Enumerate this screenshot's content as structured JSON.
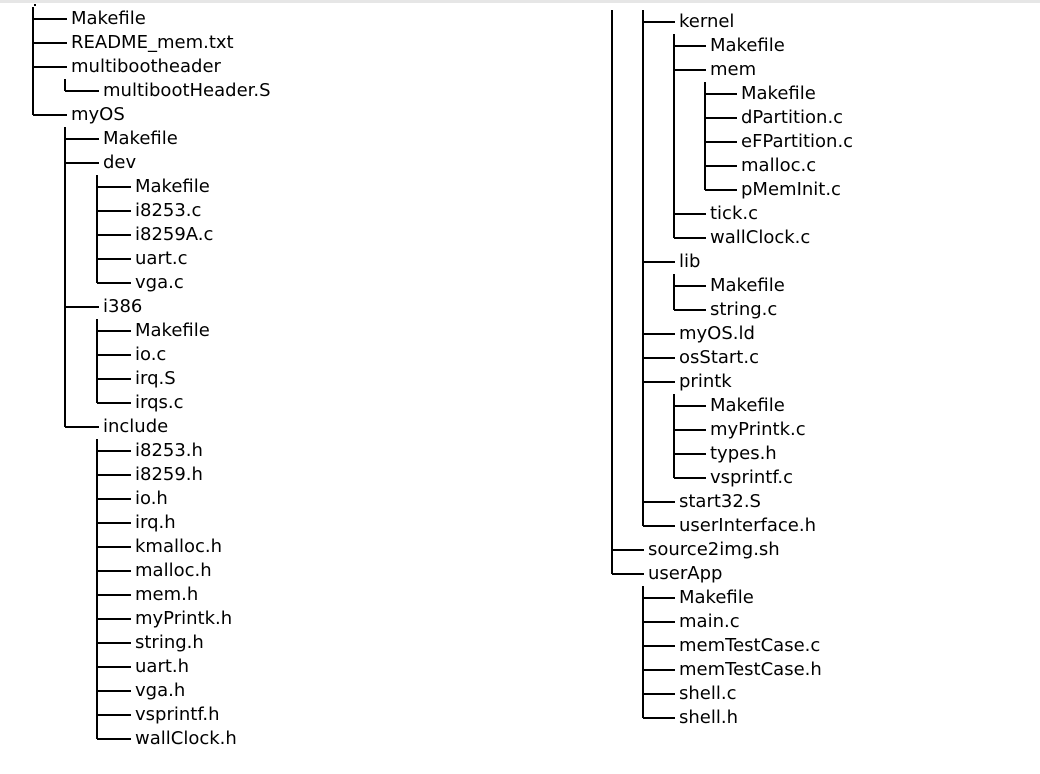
{
  "left_tree": [
    {
      "name": "Makefile",
      "depth": 0
    },
    {
      "name": "README_mem.txt",
      "depth": 0
    },
    {
      "name": "multibootheader",
      "depth": 0
    },
    {
      "name": "multibootHeader.S",
      "depth": 1
    },
    {
      "name": "myOS",
      "depth": 0
    },
    {
      "name": "Makefile",
      "depth": 1
    },
    {
      "name": "dev",
      "depth": 1
    },
    {
      "name": "Makefile",
      "depth": 2
    },
    {
      "name": "i8253.c",
      "depth": 2
    },
    {
      "name": "i8259A.c",
      "depth": 2
    },
    {
      "name": "uart.c",
      "depth": 2
    },
    {
      "name": "vga.c",
      "depth": 2
    },
    {
      "name": "i386",
      "depth": 1
    },
    {
      "name": "Makefile",
      "depth": 2
    },
    {
      "name": "io.c",
      "depth": 2
    },
    {
      "name": "irq.S",
      "depth": 2
    },
    {
      "name": "irqs.c",
      "depth": 2
    },
    {
      "name": "include",
      "depth": 1
    },
    {
      "name": "i8253.h",
      "depth": 2
    },
    {
      "name": "i8259.h",
      "depth": 2
    },
    {
      "name": "io.h",
      "depth": 2
    },
    {
      "name": "irq.h",
      "depth": 2
    },
    {
      "name": "kmalloc.h",
      "depth": 2
    },
    {
      "name": "malloc.h",
      "depth": 2
    },
    {
      "name": "mem.h",
      "depth": 2
    },
    {
      "name": "myPrintk.h",
      "depth": 2
    },
    {
      "name": "string.h",
      "depth": 2
    },
    {
      "name": "uart.h",
      "depth": 2
    },
    {
      "name": "vga.h",
      "depth": 2
    },
    {
      "name": "vsprintf.h",
      "depth": 2
    },
    {
      "name": "wallClock.h",
      "depth": 2
    }
  ],
  "right_tree": [
    {
      "name": "kernel",
      "depth": 1
    },
    {
      "name": "Makefile",
      "depth": 2
    },
    {
      "name": "mem",
      "depth": 2
    },
    {
      "name": "Makefile",
      "depth": 3
    },
    {
      "name": "dPartition.c",
      "depth": 3
    },
    {
      "name": "eFPartition.c",
      "depth": 3
    },
    {
      "name": "malloc.c",
      "depth": 3
    },
    {
      "name": "pMemInit.c",
      "depth": 3
    },
    {
      "name": "tick.c",
      "depth": 2
    },
    {
      "name": "wallClock.c",
      "depth": 2
    },
    {
      "name": "lib",
      "depth": 1
    },
    {
      "name": "Makefile",
      "depth": 2
    },
    {
      "name": "string.c",
      "depth": 2
    },
    {
      "name": "myOS.ld",
      "depth": 1
    },
    {
      "name": "osStart.c",
      "depth": 1
    },
    {
      "name": "printk",
      "depth": 1
    },
    {
      "name": "Makefile",
      "depth": 2
    },
    {
      "name": "myPrintk.c",
      "depth": 2
    },
    {
      "name": "types.h",
      "depth": 2
    },
    {
      "name": "vsprintf.c",
      "depth": 2
    },
    {
      "name": "start32.S",
      "depth": 1
    },
    {
      "name": "userInterface.h",
      "depth": 1
    },
    {
      "name": "source2img.sh",
      "depth": 0
    },
    {
      "name": "userApp",
      "depth": 0
    },
    {
      "name": "Makefile",
      "depth": 1
    },
    {
      "name": "main.c",
      "depth": 1
    },
    {
      "name": "memTestCase.c",
      "depth": 1
    },
    {
      "name": "memTestCase.h",
      "depth": 1
    },
    {
      "name": "shell.c",
      "depth": 1
    },
    {
      "name": "shell.h",
      "depth": 1
    }
  ]
}
